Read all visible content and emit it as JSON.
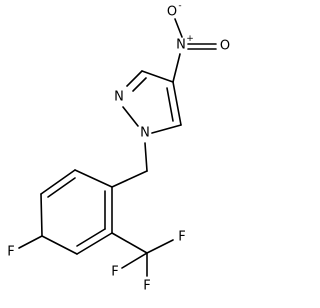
{
  "structure": {
    "atoms": {
      "nitro_o_minus": "O",
      "nitro_o_minus_charge": "-",
      "nitro_n": "N",
      "nitro_n_charge": "+",
      "nitro_o": "O",
      "pyrazole_n2": "N",
      "pyrazole_n1": "N",
      "fluoro": "F",
      "cf3_f_right": "F",
      "cf3_f_left": "F",
      "cf3_f_bottom": "F"
    }
  }
}
